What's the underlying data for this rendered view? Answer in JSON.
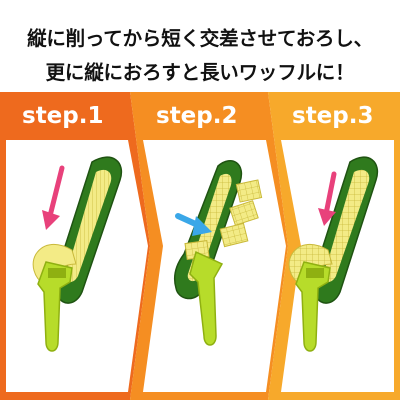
{
  "headline": {
    "line1": "縦に削ってから短く交差させておろし、",
    "line2": "更に縦におろすと長いワッフルに！"
  },
  "steps": [
    {
      "label": "step.1"
    },
    {
      "label": "step.2"
    },
    {
      "label": "step.3"
    }
  ],
  "colors": {
    "step1_orange": "#ee6a1e",
    "step2_orange": "#f58e22",
    "step3_orange": "#f7a92b",
    "cucumber_green": "#2f7a1d",
    "flesh_yellow": "#f3eb86",
    "slicer_lime": "#b7dc2a",
    "arrow_pink": "#e8417b",
    "arrow_blue": "#3aa7e8"
  }
}
